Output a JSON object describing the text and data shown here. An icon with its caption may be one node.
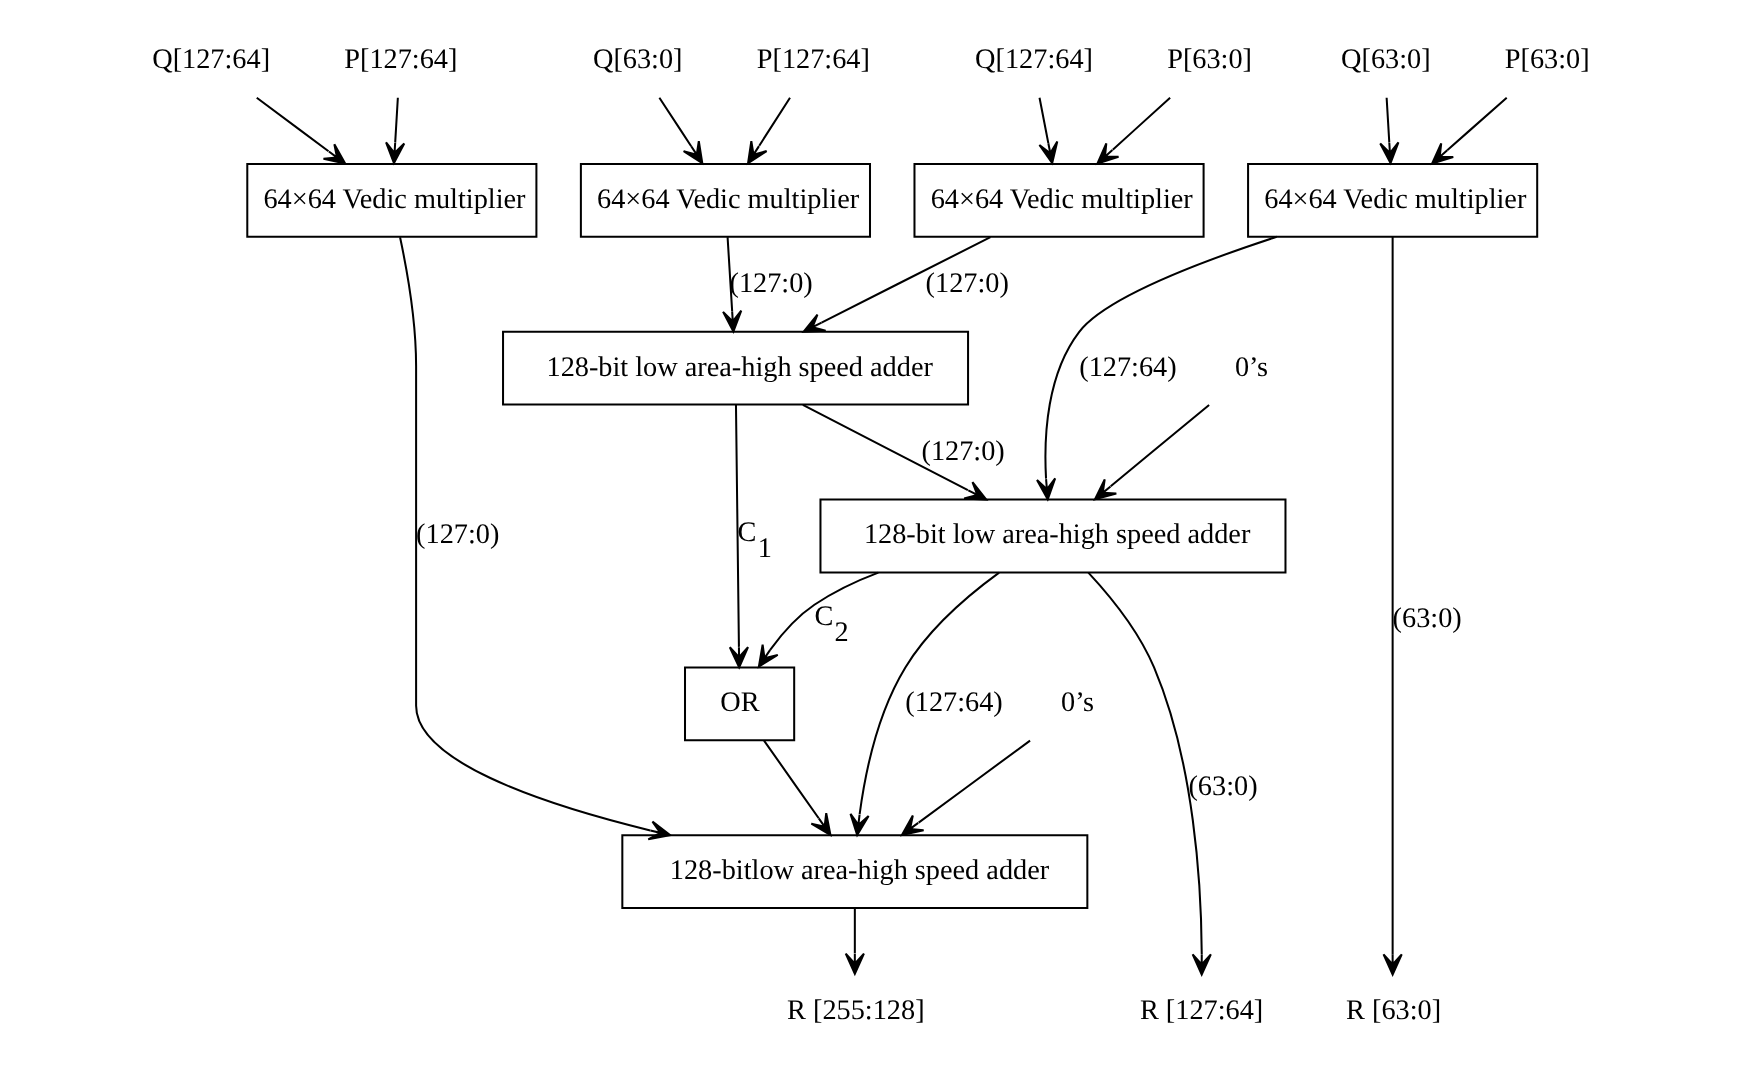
{
  "diagram": {
    "nodes": [
      {
        "text": [
          "Q[127:64]"
        ]
      },
      {
        "text": [
          "P[127:64]"
        ]
      },
      {
        "text": [
          "Q[63:0]"
        ]
      },
      {
        "text": [
          "P[127:64]"
        ]
      },
      {
        "text": [
          "Q[127:64]"
        ]
      },
      {
        "text": [
          "P[63:0]"
        ]
      },
      {
        "text": [
          "Q[63:0]"
        ]
      },
      {
        "text": [
          "P[63:0]"
        ]
      },
      {
        "text": [
          "64×64 Vedic multiplier"
        ]
      },
      {
        "text": [
          "64×64 Vedic multiplier"
        ]
      },
      {
        "text": [
          "64×64 Vedic multiplier"
        ]
      },
      {
        "text": [
          "64×64 Vedic multiplier"
        ]
      },
      {
        "text": [
          "128-bit low area-high speed adder"
        ]
      },
      {
        "text": [
          "0’s"
        ]
      },
      {
        "text": [
          "OR"
        ]
      },
      {
        "text": [
          "128-bit low area-high speed adder"
        ]
      },
      {
        "text": [
          "0’s"
        ]
      },
      {
        "text": [
          "128-bitlow area-high speed adder"
        ]
      },
      {
        "text": [
          "R [255:128]"
        ]
      },
      {
        "text": [
          "R [127:64]"
        ]
      },
      {
        "text": [
          "R [63:0]"
        ]
      }
    ],
    "edges": [
      {
        "from": 0,
        "to": 8,
        "arrow": "to"
      },
      {
        "from": 1,
        "to": 8,
        "arrow": "to"
      },
      {
        "from": 2,
        "to": 9,
        "arrow": "to"
      },
      {
        "from": 3,
        "to": 9,
        "arrow": "to"
      },
      {
        "from": 4,
        "to": 10,
        "arrow": "to"
      },
      {
        "from": 5,
        "to": 10,
        "arrow": "to"
      },
      {
        "from": 6,
        "to": 11,
        "arrow": "to"
      },
      {
        "from": 7,
        "to": 11,
        "arrow": "to"
      },
      {
        "from": 8,
        "to": 17,
        "arrow": "to",
        "label": "(127:0)"
      },
      {
        "from": 9,
        "to": 12,
        "arrow": "to",
        "label": "(127:0)"
      },
      {
        "from": 10,
        "to": 12,
        "arrow": "to",
        "label": "(127:0)"
      },
      {
        "from": 11,
        "to": 15,
        "arrow": "to",
        "label": "(127:64)"
      },
      {
        "from": 11,
        "to": 20,
        "arrow": "to",
        "label": "(63:0)"
      },
      {
        "from": 12,
        "to": 14,
        "arrow": "to",
        "label": "C$_{1}$"
      },
      {
        "from": 12,
        "to": 15,
        "arrow": "to",
        "label": "(127:0)"
      },
      {
        "from": 13,
        "to": 15,
        "arrow": "to"
      },
      {
        "from": 15,
        "to": 14,
        "arrow": "to",
        "label": "C$_{2}$"
      },
      {
        "from": 16,
        "to": 17,
        "arrow": "to"
      },
      {
        "from": 14,
        "to": 17,
        "arrow": "to"
      },
      {
        "from": 15,
        "to": 17,
        "arrow": "to",
        "label": "(127:64)"
      },
      {
        "from": 15,
        "to": 19,
        "arrow": "to",
        "label": "(63:0)"
      },
      {
        "from": 17,
        "to": 18,
        "arrow": "to"
      }
    ]
  }
}
